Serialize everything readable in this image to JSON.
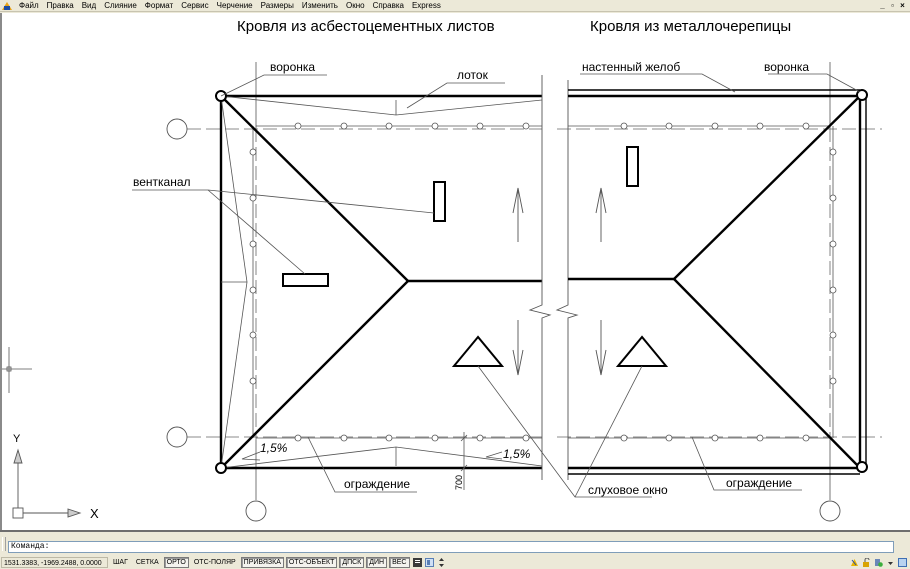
{
  "menubar": {
    "items": [
      "Файл",
      "Правка",
      "Вид",
      "Слияние",
      "Формат",
      "Сервис",
      "Черчение",
      "Размеры",
      "Изменить",
      "Окно",
      "Справка",
      "Express"
    ],
    "window_controls": {
      "minimize": "_",
      "restore": "▫",
      "close": "×"
    }
  },
  "drawing": {
    "title_left": "Кровля из асбестоцементных листов",
    "title_right": "Кровля из металлочерепицы",
    "labels": {
      "funnel_left": "воронка",
      "tray": "лоток",
      "wall_gutter": "настенный желоб",
      "funnel_right": "воронка",
      "vent_channel": "вентканал",
      "fence_left": "ограждение",
      "dormer": "слуховое окно",
      "fence_right": "ограждение",
      "slope_left": "1,5%",
      "slope_right": "1,5%",
      "dimension": "700"
    },
    "ucs": {
      "x_label": "X",
      "y_label": "Y"
    },
    "colors": {
      "line": "#000000",
      "thin": "#555555",
      "background": "#ffffff"
    }
  },
  "command": {
    "prompt": "Команда:"
  },
  "statusbar": {
    "coordinates": "1531.3383, -1969.2488, 0.0000",
    "toggles": [
      {
        "label": "ШАГ",
        "on": false
      },
      {
        "label": "СЕТКА",
        "on": false
      },
      {
        "label": "ОРТО",
        "on": true
      },
      {
        "label": "ОТС-ПОЛЯР",
        "on": false
      },
      {
        "label": "ПРИВЯЗКА",
        "on": true
      },
      {
        "label": "ОТС-ОБЪЕКТ",
        "on": true
      },
      {
        "label": "ДПСК",
        "on": true
      },
      {
        "label": "ДИН",
        "on": true
      },
      {
        "label": "ВЕС",
        "on": true
      }
    ],
    "icons": [
      "model-icon",
      "layout-icon",
      "scroll-icon"
    ],
    "tray_icons": [
      "annotation-scale-icon",
      "lock-icon",
      "clean-screen-icon",
      "menu-arrow-icon",
      "fullscreen-icon"
    ]
  }
}
